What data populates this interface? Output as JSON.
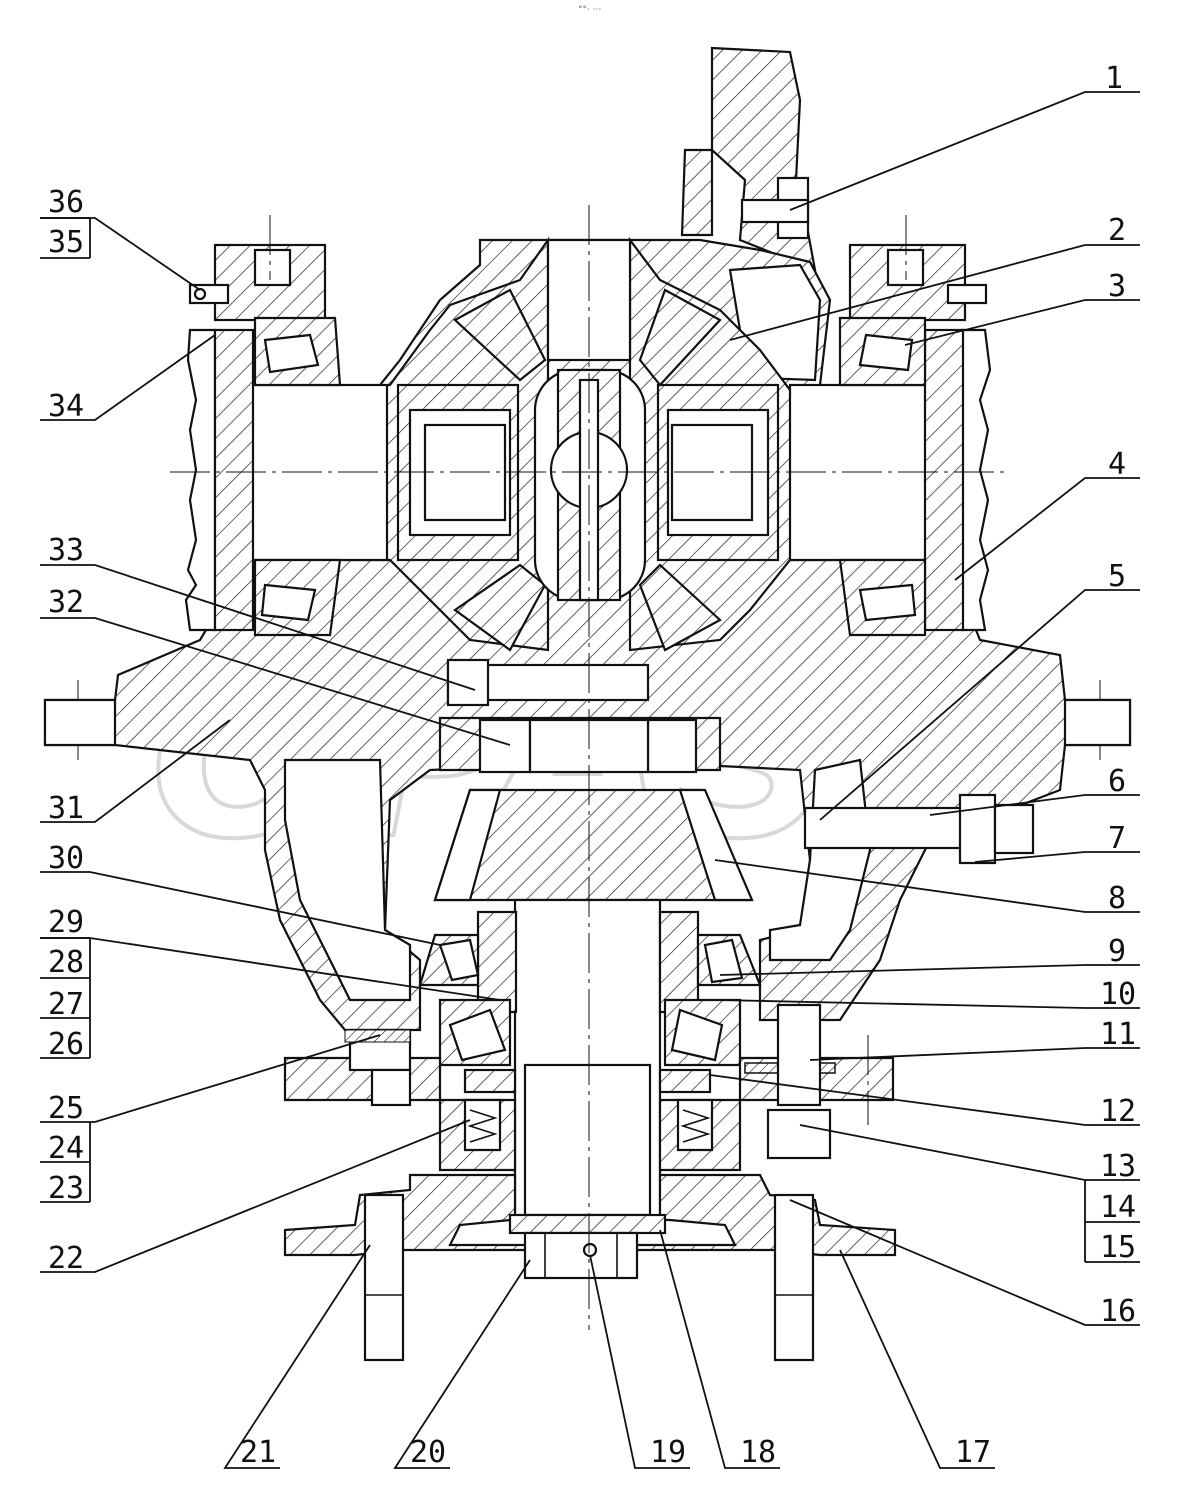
{
  "header_mark": "°°· ···",
  "watermark": "OPAS",
  "callouts": {
    "n1": "1",
    "n2": "2",
    "n3": "3",
    "n4": "4",
    "n5": "5",
    "n6": "6",
    "n7": "7",
    "n8": "8",
    "n9": "9",
    "n10": "10",
    "n11": "11",
    "n12": "12",
    "n13": "13",
    "n14": "14",
    "n15": "15",
    "n16": "16",
    "n17": "17",
    "n18": "18",
    "n19": "19",
    "n20": "20",
    "n21": "21",
    "n22": "22",
    "n23": "23",
    "n24": "24",
    "n25": "25",
    "n26": "26",
    "n27": "27",
    "n28": "28",
    "n29": "29",
    "n30": "30",
    "n31": "31",
    "n32": "32",
    "n33": "33",
    "n34": "34",
    "n35": "35",
    "n36": "36"
  }
}
